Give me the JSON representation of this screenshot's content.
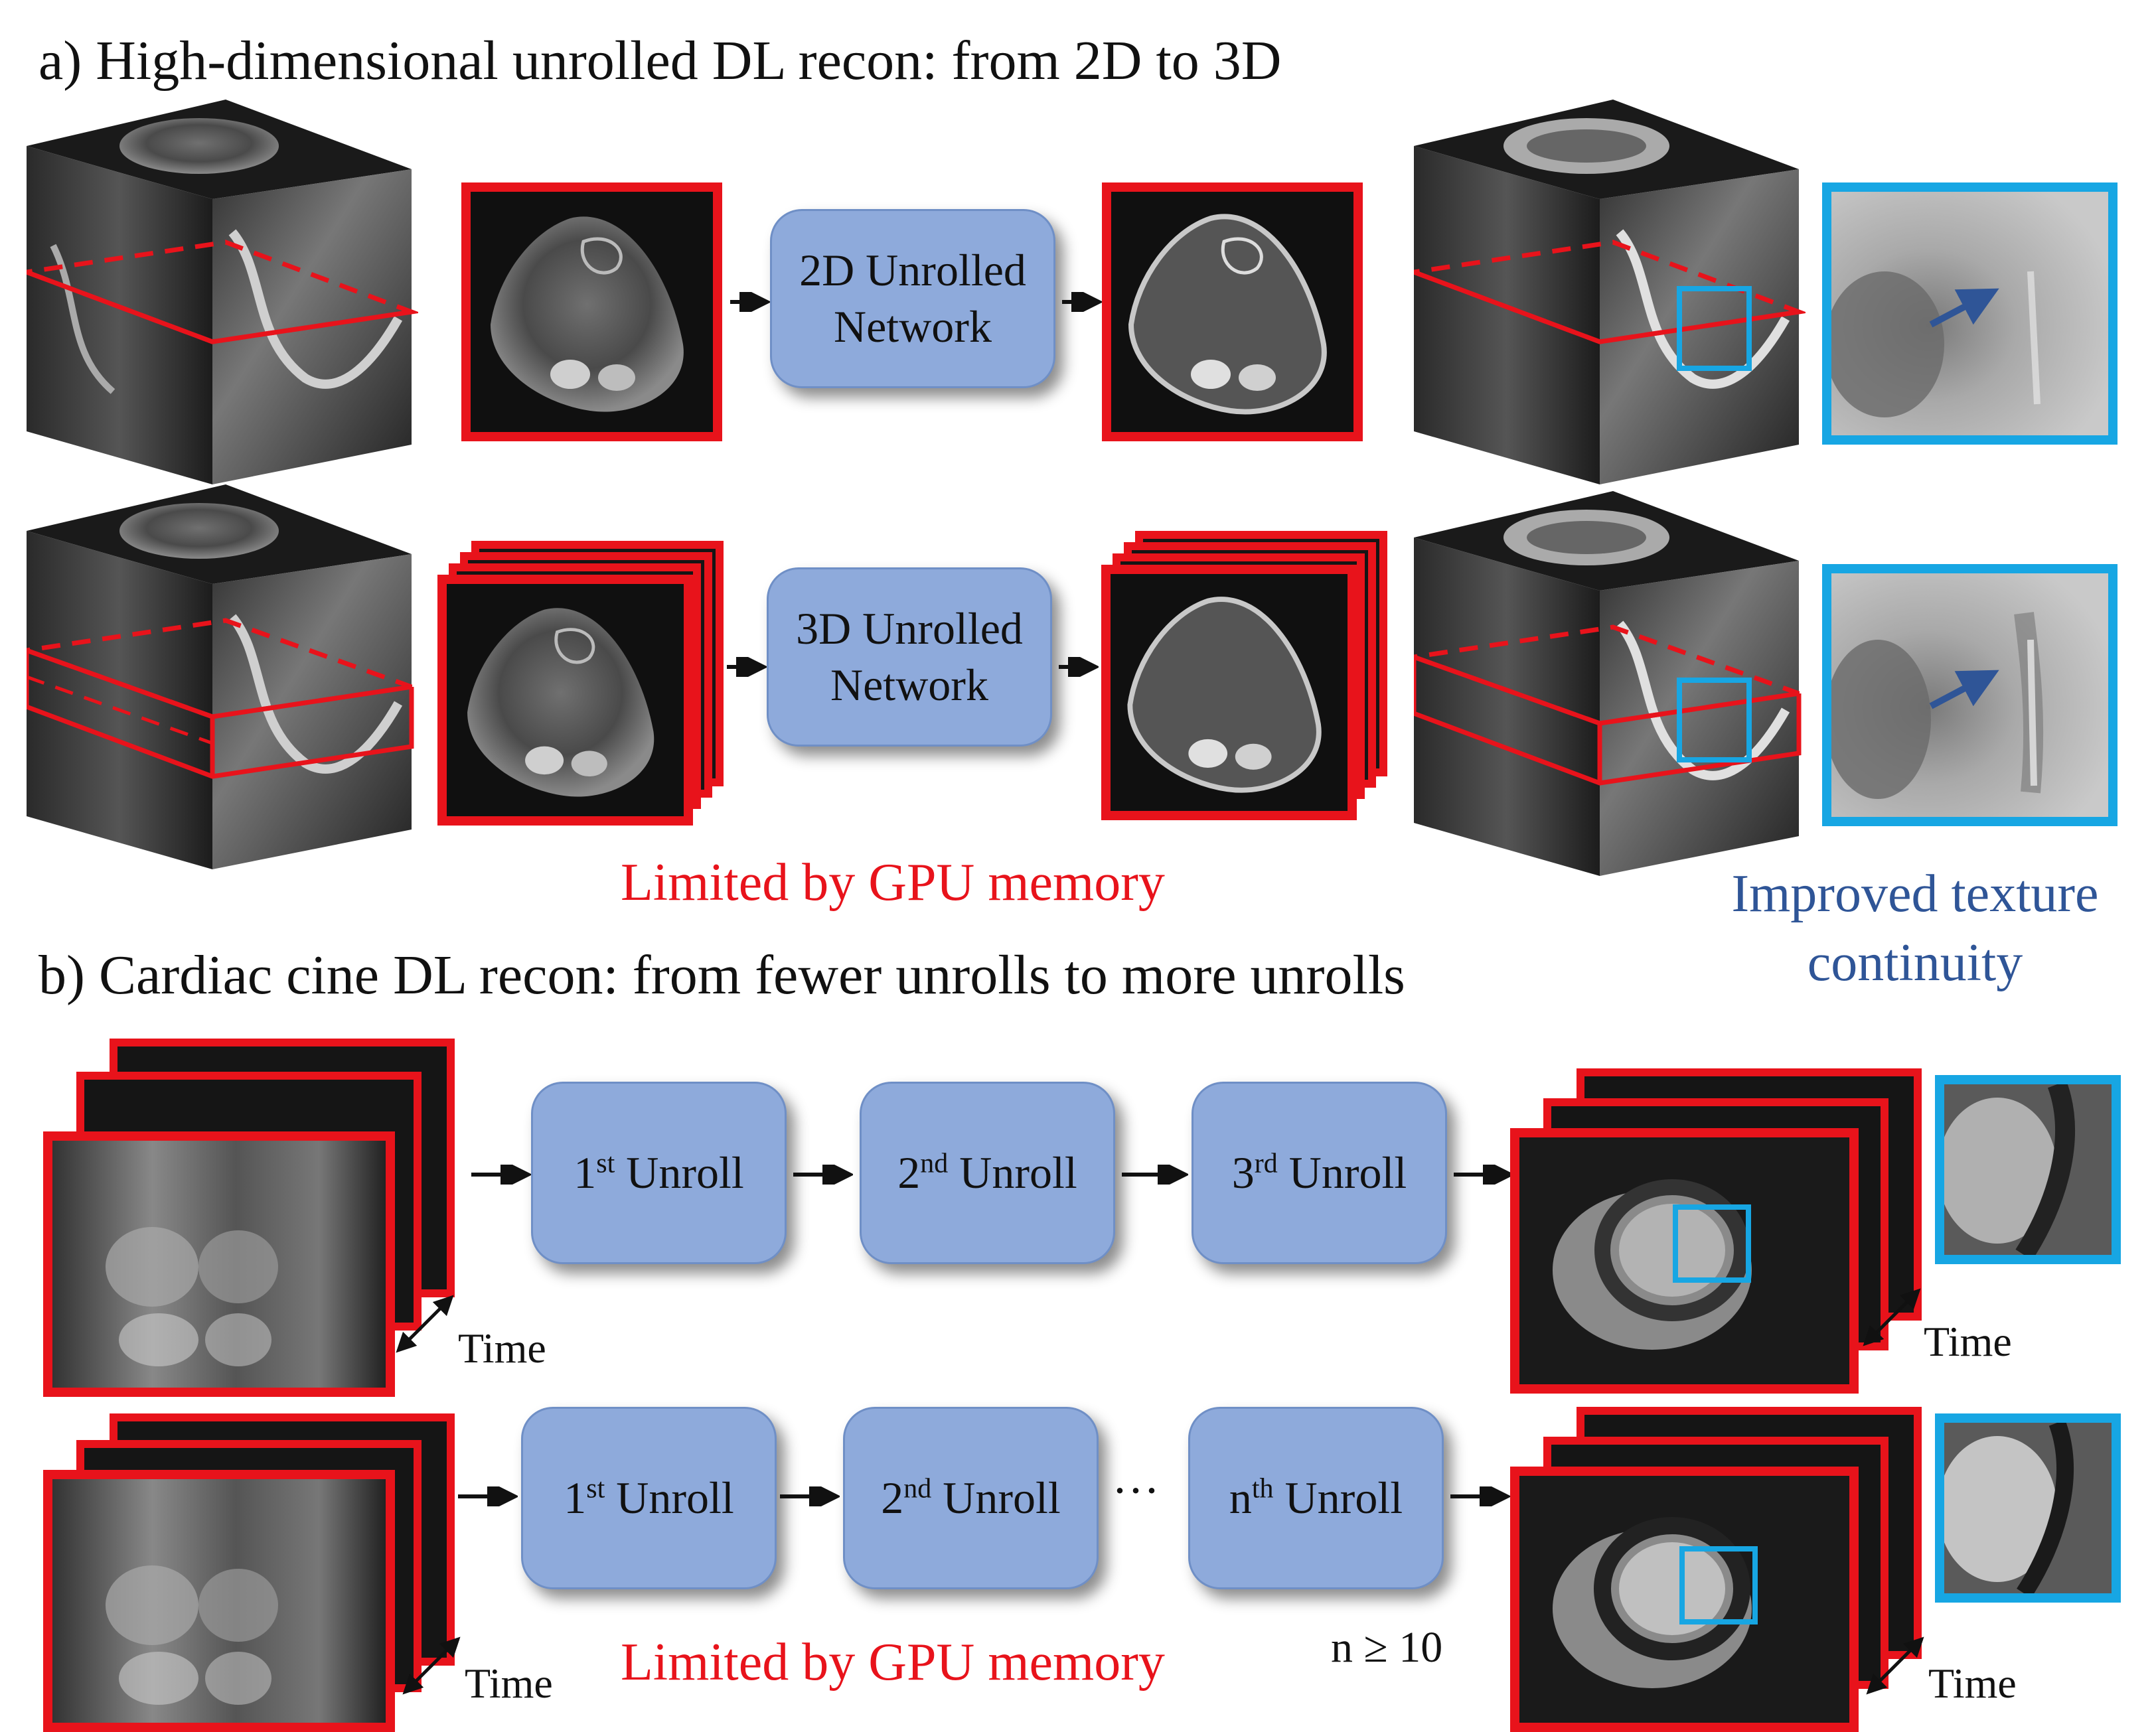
{
  "headings": {
    "a": "a) High-dimensional unrolled DL recon: from 2D to 3D",
    "b": "b) Cardiac cine DL recon: from fewer unrolls to more unrolls"
  },
  "networks": {
    "net2d": [
      "2D Unrolled",
      "Network"
    ],
    "net3d": [
      "3D Unrolled",
      "Network"
    ]
  },
  "unrolls": {
    "row1": [
      {
        "num": "1",
        "sup": "st",
        "text": " Unroll"
      },
      {
        "num": "2",
        "sup": "nd",
        "text": " Unroll"
      },
      {
        "num": "3",
        "sup": "rd",
        "text": " Unroll"
      }
    ],
    "row2": [
      {
        "num": "1",
        "sup": "st",
        "text": " Unroll"
      },
      {
        "num": "2",
        "sup": "nd",
        "text": " Unroll"
      },
      {
        "num": "n",
        "sup": "th",
        "text": " Unroll"
      }
    ]
  },
  "notes": {
    "gpu_a": "Limited by GPU memory",
    "gpu_b": "Limited by GPU memory",
    "texture_line1": "Improved texture",
    "texture_line2": "continuity",
    "n_condition": "n ≥ 10",
    "ellipsis": "···"
  },
  "time_label": "Time",
  "colors": {
    "red": "#e8131b",
    "cyan": "#17a6e3",
    "box_fill": "#8eaadb",
    "note_blue": "#2f5597",
    "arrow_blue": "#2f5597"
  },
  "icons": [
    "arrow-right-icon",
    "double-arrow-icon",
    "zoom-arrow-icon"
  ]
}
